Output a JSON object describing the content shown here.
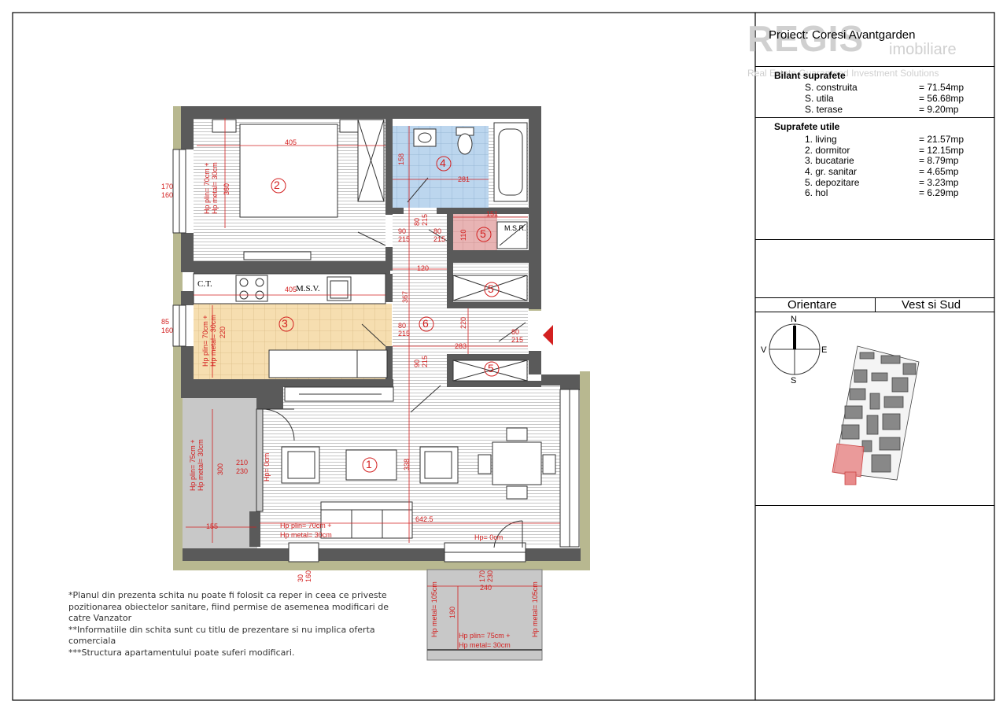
{
  "project_title": "Proiect: Coresi Avantgarden",
  "watermark": {
    "brand": "REGIS",
    "sub": "imobiliare",
    "tagline": "Real Estate Guaranteed Investment Solutions"
  },
  "bilant": {
    "heading": "Bilant suprafete",
    "rows": [
      {
        "label": "S. construita",
        "value": "= 71.54mp"
      },
      {
        "label": "S. utila",
        "value": "= 56.68mp"
      },
      {
        "label": "S. terase",
        "value": "=   9.20mp"
      }
    ]
  },
  "suprafete": {
    "heading": "Suprafete utile",
    "rows": [
      {
        "label": "1. living",
        "value": "= 21.57mp"
      },
      {
        "label": "2. dormitor",
        "value": "= 12.15mp"
      },
      {
        "label": "3. bucatarie",
        "value": "=   8.79mp"
      },
      {
        "label": "4. gr. sanitar",
        "value": "=   4.65mp"
      },
      {
        "label": "5. depozitare",
        "value": "=   3.23mp"
      },
      {
        "label": "6. hol",
        "value": "=   6.29mp"
      }
    ]
  },
  "orientare": {
    "label": "Orientare",
    "value": "Vest si Sud"
  },
  "compass": {
    "n": "N",
    "s": "S",
    "e": "E",
    "v": "V"
  },
  "rooms": {
    "r1": "1",
    "r2": "2",
    "r3": "3",
    "r4": "4",
    "r5a": "5",
    "r5b": "5",
    "r5c": "5",
    "r6": "6"
  },
  "fixtures": {
    "ct": "C.T.",
    "msv": "M.S.V.",
    "msr": "M.S.R."
  },
  "dims": {
    "d405a": "405",
    "d405b": "405",
    "d158": "158",
    "d281": "281",
    "d151": "151",
    "d110": "110",
    "d120": "120",
    "d367": "367",
    "d220a": "220",
    "d283": "283",
    "d338": "338",
    "d642": "642.5",
    "d155": "155",
    "d300": "300",
    "d210": "210",
    "d230": "230",
    "d240": "240",
    "d190": "190",
    "d170a": "170",
    "d160a": "160",
    "d85": "85",
    "d160b": "160",
    "d30": "30",
    "d160c": "160",
    "d170b": "170",
    "d230b": "230",
    "d90a": "90",
    "d215a": "215",
    "d80a": "80",
    "d215b": "215",
    "d80b": "80",
    "d215c": "215",
    "d80c": "80",
    "d215d": "215",
    "d80d": "80",
    "d215e": "215",
    "d90b": "90",
    "d215f": "215",
    "d360": "360",
    "d220b": "220"
  },
  "hp_labels": {
    "bed_a": "Hp plin= 70cm +",
    "bed_b": "Hp metal= 30cm",
    "kit_a": "Hp plin= 70cm +",
    "kit_b": "Hp metal= 30cm",
    "ter_a": "Hp plin= 75cm +",
    "ter_b": "Hp metal= 30cm",
    "liv_a": "Hp plin= 70cm +",
    "liv_b": "Hp metal= 30cm",
    "hp0a": "Hp= 0cm",
    "hp0b": "Hp= 0cm",
    "bal_a": "Hp plin= 75cm +",
    "bal_b": "Hp metal= 30cm",
    "bal_l": "Hp metal= 105cm",
    "bal_r": "Hp metal= 105cm"
  },
  "notes": [
    "*Planul din prezenta schita nu poate fi folosit ca reper in ceea ce priveste pozitionarea obiectelor sanitare, fiind permise de asemenea modificari de catre Vanzator",
    "**Informatiile din schita sunt cu titlu de prezentare si nu implica oferta comerciala",
    "***Structura apartamentului poate suferi modificari."
  ],
  "colors": {
    "wall": "#5a5a5a",
    "red": "#d32020",
    "bath": "#bcd6ee",
    "kitchen": "#f6deb0",
    "storage": "#e8b4b4",
    "olive": "#b8b890",
    "terrace": "#c8c8c8"
  }
}
